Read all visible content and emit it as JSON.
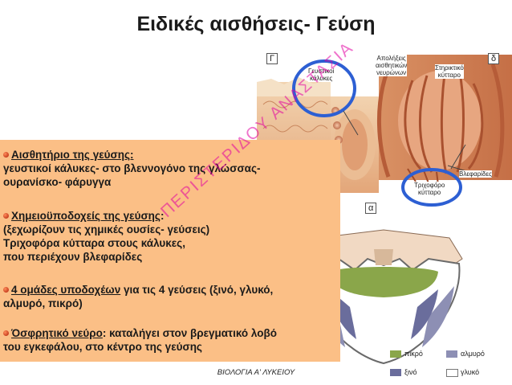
{
  "title": "Ειδικές αισθήσεις- Γεύση",
  "figure": {
    "panel_gamma": "Γ",
    "panel_delta": "δ",
    "panel_alpha": "α",
    "callouts": {
      "taste_buds": [
        "Γευστικοί",
        "κάλυκες"
      ],
      "nerve_endings": [
        "Απολήξεις",
        "αισθητικών",
        "νευρώνων"
      ],
      "support_cell": [
        "Στηρικτικό",
        "κύτταρο"
      ],
      "eyelashes": "Βλεφαρίδες",
      "hair_cell": [
        "Τριχοφόρο",
        "κύτταρο"
      ]
    },
    "legend": [
      {
        "label": "πικρό",
        "color": "#8aa64a"
      },
      {
        "label": "αλμυρό",
        "color": "#8d8fb4"
      },
      {
        "label": "ξινό",
        "color": "#6a6d9c"
      },
      {
        "label": "γλυκό",
        "color": "#ffffff"
      }
    ]
  },
  "textbox": {
    "b1_head": "Αισθητήριο της γεύσης:",
    "b1_l2": "γευστικοί κάλυκες- στο βλεννογόνο της γλώσσας-",
    "b1_l3": "ουρανίσκο- φάρυγγα",
    "b2_head": "Χημειοϋποδοχείς της γεύσης",
    "b2_colon": ":",
    "b2_l2": "(ξεχωρίζουν τις χημικές ουσίες- γεύσεις)",
    "b2_l3": "Τριχοφόρα κύτταρα στους κάλυκες,",
    "b2_l4": "που περιέχουν βλεφαρίδες",
    "b3_head": "4 ομάδες υποδοχέων",
    "b3_rest": " για τις 4 γεύσεις (ξινό, γλυκό,",
    "b3_l2": "αλμυρό, πικρό)",
    "b4_head": "Όσφρητικό νεύρο",
    "b4_rest": ": καταλήγει στον βρεγματικό λοβό",
    "b4_l2": "του εγκεφάλου, στο κέντρο της γεύσης"
  },
  "watermark": "ΠΕΡΙΣΤΕΡΙΔΟΥ ΑΝΑΣΤΑΣΙΑ",
  "footer": "ΒΙΟΛΟΓΙΑ Α' ΛΥΚΕΙΟΥ",
  "colors": {
    "textbox_bg": "#fbbf86",
    "watermark": "#e200a2",
    "circle": "#2d5fd3"
  }
}
